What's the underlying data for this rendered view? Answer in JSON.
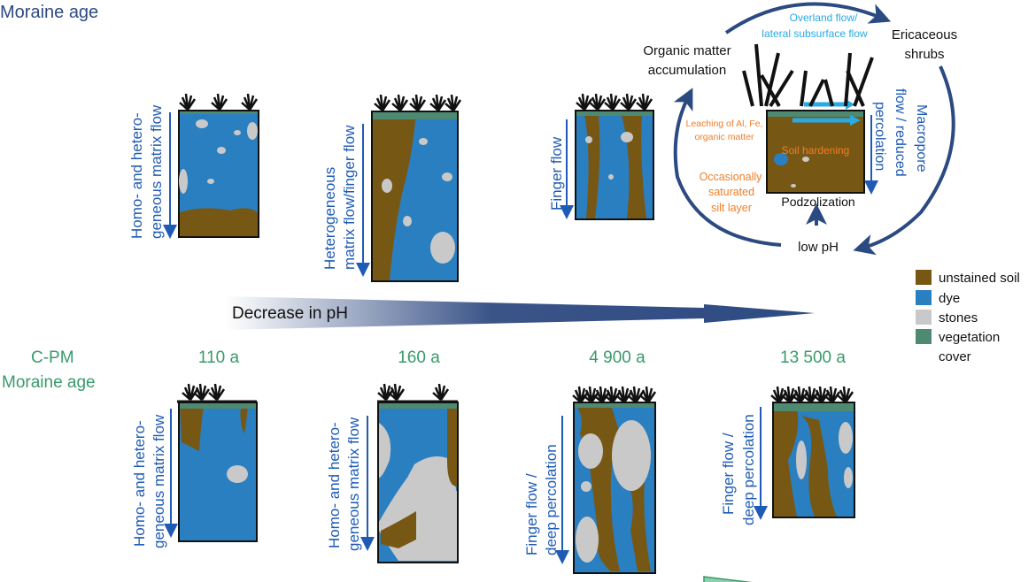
{
  "top": {
    "title": "Moraine age",
    "profiles": [
      {
        "label_line1": "Homo- and hetero-",
        "label_line2": "geneous matrix flow"
      },
      {
        "label_line1": "Heterogeneous",
        "label_line2": "matrix flow/finger flow"
      },
      {
        "label_line1": "Finger flow",
        "label_line2": ""
      }
    ],
    "cycle": {
      "overland_line1": "Overland flow/",
      "overland_line2": "lateral subsurface flow",
      "shrubs_line1": "Ericaceous",
      "shrubs_line2": "shrubs",
      "organic_line1": "Organic matter",
      "organic_line2": "accumulation",
      "leaching_line1": "Leaching of Al, Fe,",
      "leaching_line2": "organic matter",
      "soil_hardening": "Soil hardening",
      "silt_line1": "Occasionally",
      "silt_line2": "saturated",
      "silt_line3": "silt layer",
      "podzolization": "Podzolization",
      "low_ph": "low pH",
      "percolation": "percolation",
      "macropore_line1": "Macropore",
      "macropore_line2": "flow / reduced"
    }
  },
  "ph_arrow": {
    "label": "Decrease in pH"
  },
  "bottom": {
    "site": "C-PM",
    "title": "Moraine age",
    "ages": [
      "110 a",
      "160 a",
      "4 900 a",
      "13 500 a"
    ],
    "profiles": [
      {
        "label_line1": "Homo- and hetero-",
        "label_line2": "geneous matrix flow"
      },
      {
        "label_line1": "Homo- and hetero-",
        "label_line2": "geneous matrix flow"
      },
      {
        "label_line1": "Finger flow /",
        "label_line2": "deep percolation"
      },
      {
        "label_line1": "Finger flow /",
        "label_line2": "deep percolation"
      }
    ]
  },
  "legend": [
    {
      "label": "unstained soil",
      "color": "#775714"
    },
    {
      "label": "dye",
      "color": "#2a7fc1"
    },
    {
      "label": "stones",
      "color": "#c9c9c9"
    },
    {
      "label": "vegetation",
      "label2": "cover",
      "color": "#4e8a72"
    }
  ],
  "colors": {
    "navy": "#2c4a82",
    "label_blue": "#1f5bb5",
    "age_green": "#3a9a6a",
    "orange": "#ef7f2a",
    "cyan": "#29aae2"
  }
}
